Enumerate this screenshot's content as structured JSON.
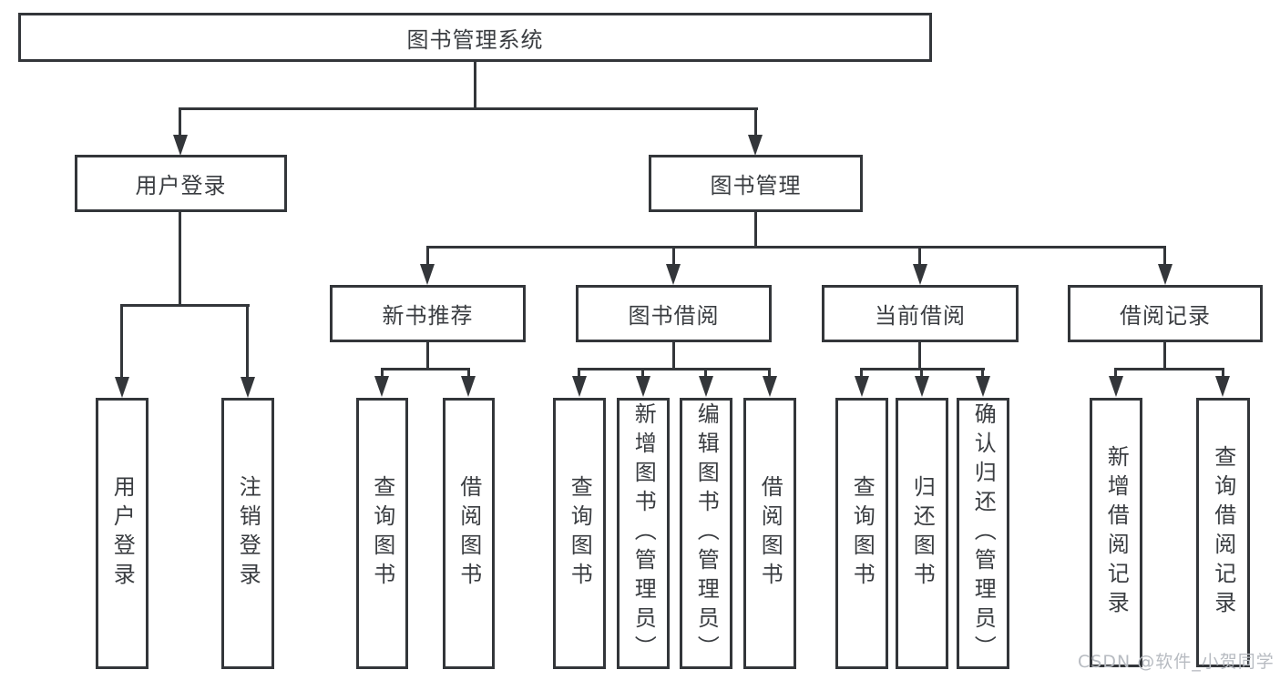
{
  "diagram": {
    "root": {
      "label": "图书管理系统"
    },
    "level1": [
      {
        "label": "用户登录"
      },
      {
        "label": "图书管理"
      }
    ],
    "level2": [
      {
        "label": "新书推荐"
      },
      {
        "label": "图书借阅"
      },
      {
        "label": "当前借阅"
      },
      {
        "label": "借阅记录"
      }
    ],
    "leaves": {
      "user_login": [
        {
          "label": "用户登录"
        },
        {
          "label": "注销登录"
        }
      ],
      "new_book": [
        {
          "label": "查询图书"
        },
        {
          "label": "借阅图书"
        }
      ],
      "book_borrow": [
        {
          "label": "查询图书"
        },
        {
          "label": "新增图书（管理员）"
        },
        {
          "label": "编辑图书（管理员）"
        },
        {
          "label": "借阅图书"
        }
      ],
      "current_borrow": [
        {
          "label": "查询图书"
        },
        {
          "label": "归还图书"
        },
        {
          "label": "确认归还（管理员）"
        }
      ],
      "borrow_record": [
        {
          "label": "新增借阅记录"
        },
        {
          "label": "查询借阅记录"
        }
      ]
    }
  },
  "watermark": {
    "text": "CSDN @软件_小贺同学"
  },
  "colors": {
    "line": "#33363a",
    "text": "#3a3d41",
    "watermark": "#b7bbc1",
    "background": "#ffffff"
  }
}
